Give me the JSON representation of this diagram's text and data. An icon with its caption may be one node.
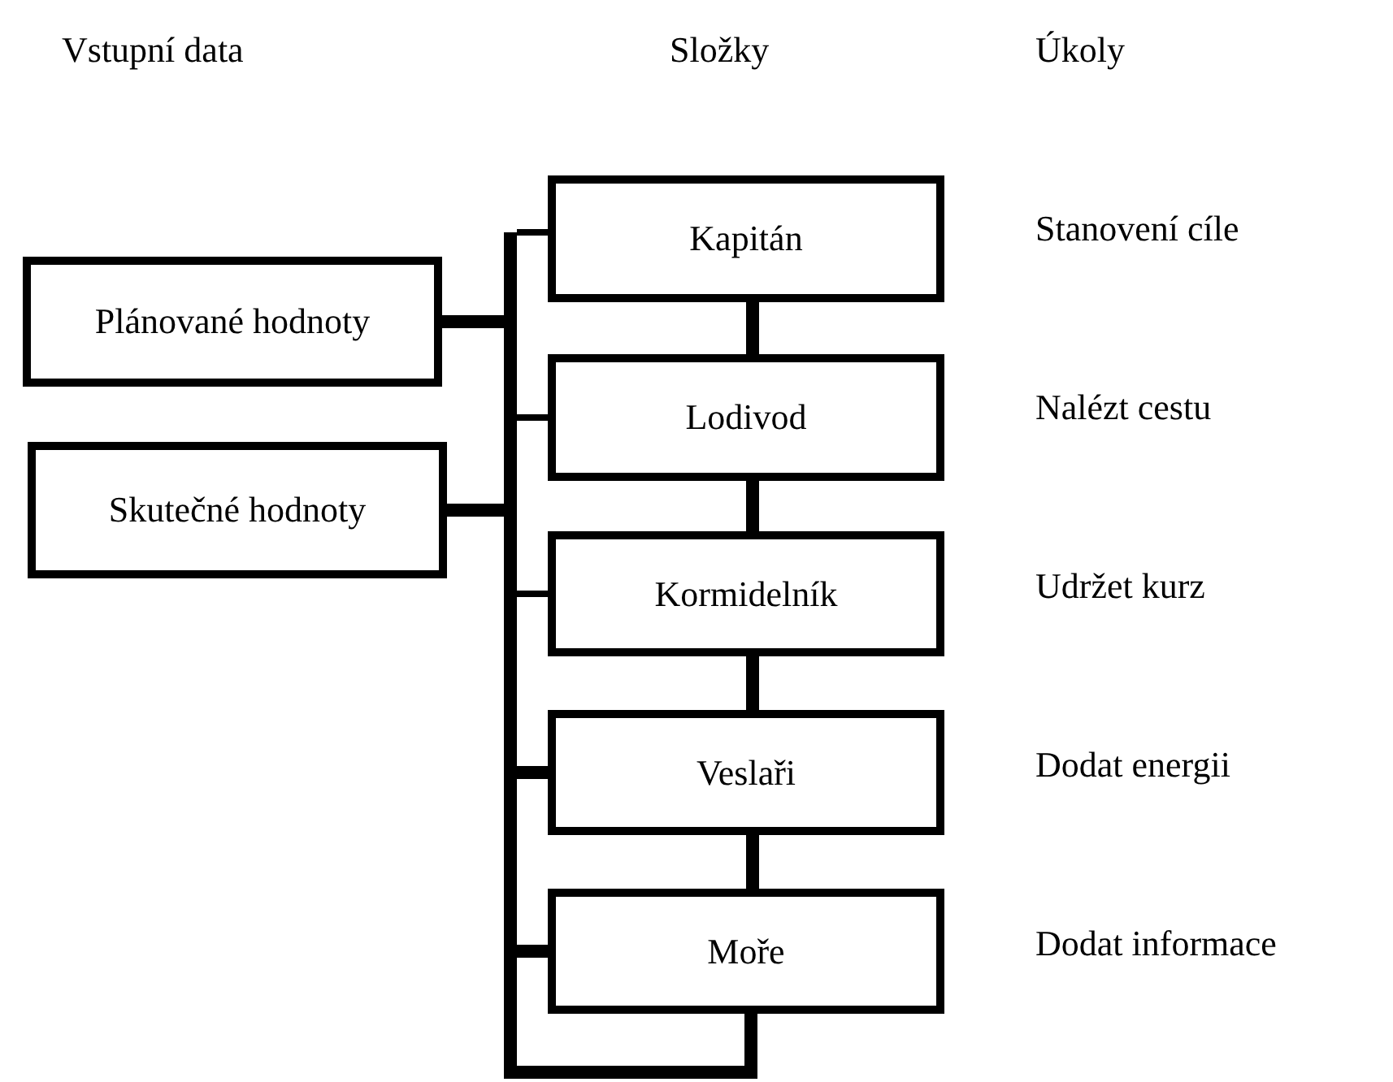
{
  "diagram": {
    "nodes": [
      {
        "text": [
          "Plánované hodnoty"
        ]
      },
      {
        "text": [
          "Skutečné hodnoty"
        ]
      },
      {
        "text": [],
        "shape": "bar"
      },
      {
        "text": [
          "Kapitán"
        ]
      },
      {
        "text": [
          "Lodivod"
        ]
      },
      {
        "text": [
          "Kormidelník"
        ]
      },
      {
        "text": [
          "Veslaři"
        ]
      },
      {
        "text": [
          "Moře"
        ]
      }
    ],
    "edges": [
      {
        "from": 0,
        "to": 2,
        "arrow": "none"
      },
      {
        "from": 1,
        "to": 2,
        "arrow": "none"
      },
      {
        "from": 2,
        "to": 3,
        "arrow": "none"
      },
      {
        "from": 2,
        "to": 4,
        "arrow": "none"
      },
      {
        "from": 2,
        "to": 5,
        "arrow": "none"
      },
      {
        "from": 2,
        "to": 6,
        "arrow": "none"
      },
      {
        "from": 2,
        "to": 7,
        "arrow": "none"
      },
      {
        "from": 3,
        "to": 4,
        "arrow": "none"
      },
      {
        "from": 4,
        "to": 5,
        "arrow": "none"
      },
      {
        "from": 5,
        "to": 6,
        "arrow": "none"
      },
      {
        "from": 6,
        "to": 7,
        "arrow": "none"
      },
      {
        "from": 7,
        "to": 2,
        "arrow": "none"
      }
    ],
    "labels": [
      "Vstupní data",
      "Složky",
      "Úkoly",
      "Stanovení cíle",
      "Nalézt cestu",
      "Udržet kurz",
      "Dodat energii",
      "Dodat informace"
    ]
  }
}
